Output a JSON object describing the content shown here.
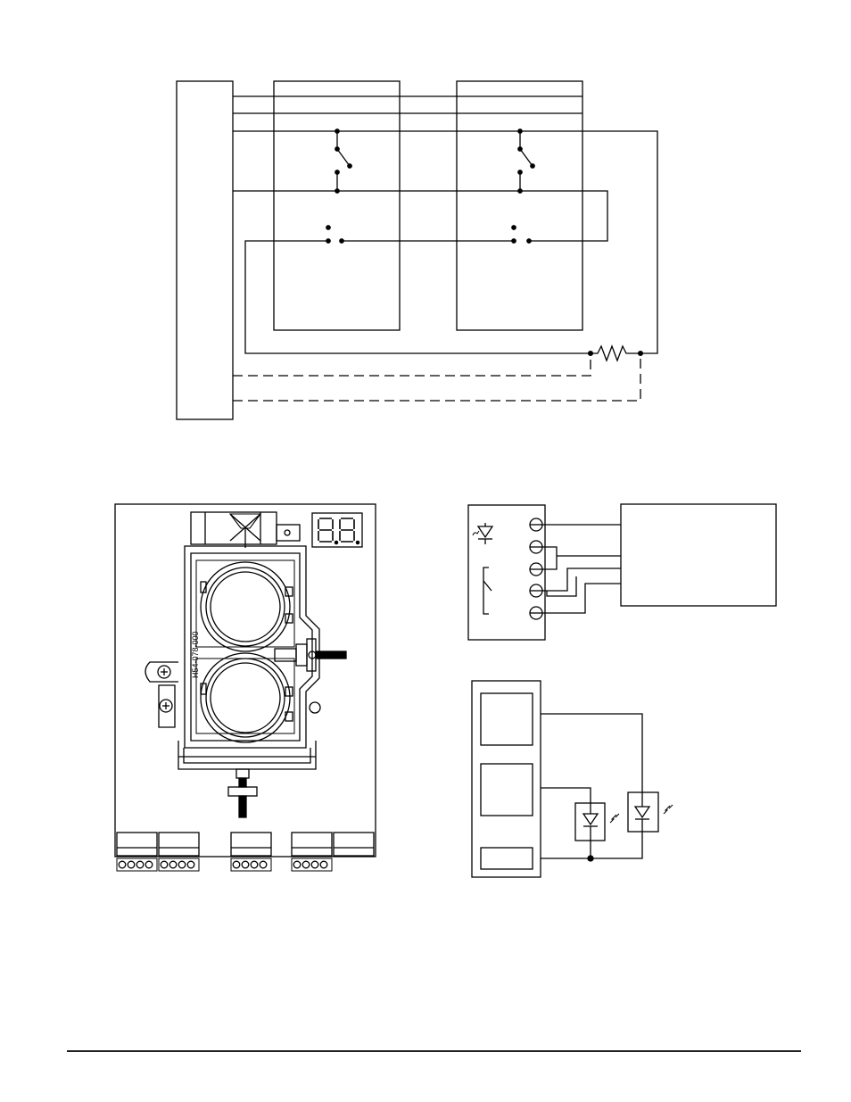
{
  "page": {
    "background": "#ffffff",
    "ink_color": "#000000"
  },
  "wiring_diagram": {
    "module_count": 2,
    "contact_set_per_module": [
      "normally-open-switch",
      "transfer-contact"
    ],
    "end_of_line_component": "resistor-icon",
    "supervision_lines": "dashed"
  },
  "detector_board": {
    "part_number": "H54-078-000",
    "display_digits": "8.8.",
    "terminal_block_count": 5,
    "optics_count": 2
  },
  "led_relay_diagram": {
    "terminal_count": 5,
    "symbols": [
      "led-icon",
      "relay-contact-icon"
    ]
  },
  "remote_led_diagram": {
    "inner_box_count": 3,
    "remote_led_count": 2,
    "symbols": [
      "led-icon",
      "led-icon"
    ]
  },
  "footer": {
    "rule": true
  }
}
